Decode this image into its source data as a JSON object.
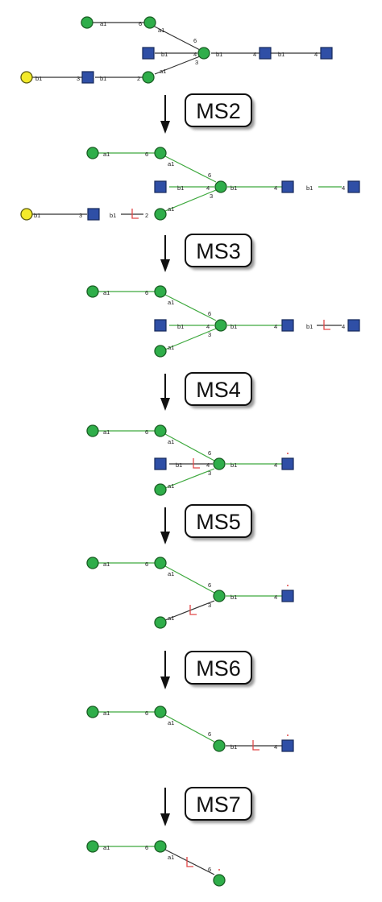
{
  "stages": [
    "MS2",
    "MS3",
    "MS4",
    "MS5",
    "MS6",
    "MS7"
  ],
  "residue_types": {
    "mannose": {
      "color": "#2fae4a",
      "shape": "circle"
    },
    "galactose": {
      "color": "#f3ea2a",
      "shape": "circle"
    },
    "glcnac": {
      "color": "#2f4fa6",
      "shape": "square"
    }
  },
  "linkage_labels": {
    "a1": "a1",
    "b1": "b1",
    "p6": "6",
    "p4": "4",
    "p3": "3",
    "p2": "2"
  },
  "cleavage_color": "#e04848"
}
